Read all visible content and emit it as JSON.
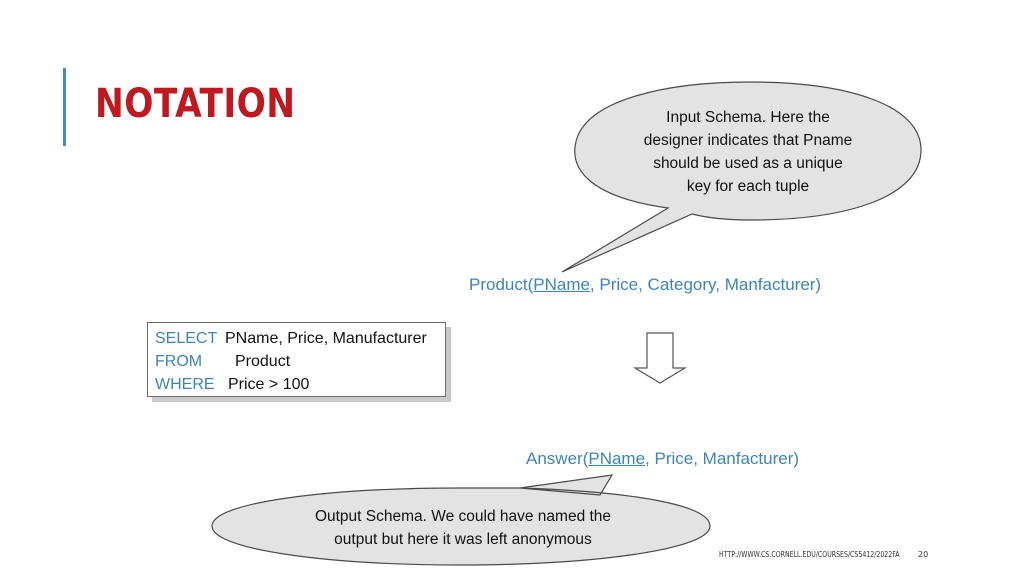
{
  "slide": {
    "title": "NOTATION",
    "accent_color": "#3f8fc4",
    "title_color": "#c0181f",
    "footer_url": "HTTP://WWW.CS.CORNELL.EDU/COURSES/CS5412/2022FA",
    "page_number": "20"
  },
  "input_callout": {
    "lines": [
      "Input Schema.  Here the",
      "designer indicates that Pname",
      "should be used as a unique",
      "key for each tuple"
    ]
  },
  "input_schema": {
    "prefix": "Product(",
    "key": "PName",
    "rest": ", Price, Category, Manfacturer)"
  },
  "query": {
    "select_kw": "SELECT",
    "select_val": "PName, Price, Manufacturer",
    "from_kw": "FROM",
    "from_val": "Product",
    "where_kw": "WHERE",
    "where_val": "Price > 100"
  },
  "arrow_icon": "down-arrow-icon",
  "answer_schema": {
    "prefix": "Answer(",
    "key": "PName",
    "rest": ", Price, Manfacturer)"
  },
  "output_callout": {
    "lines": [
      "Output Schema.  We could have named the",
      "output but here it was left anonymous"
    ]
  },
  "colors": {
    "keyword_blue": "#3f84b8",
    "bubble_fill": "#e3e3e3",
    "bubble_stroke": "#4a4a4a"
  }
}
